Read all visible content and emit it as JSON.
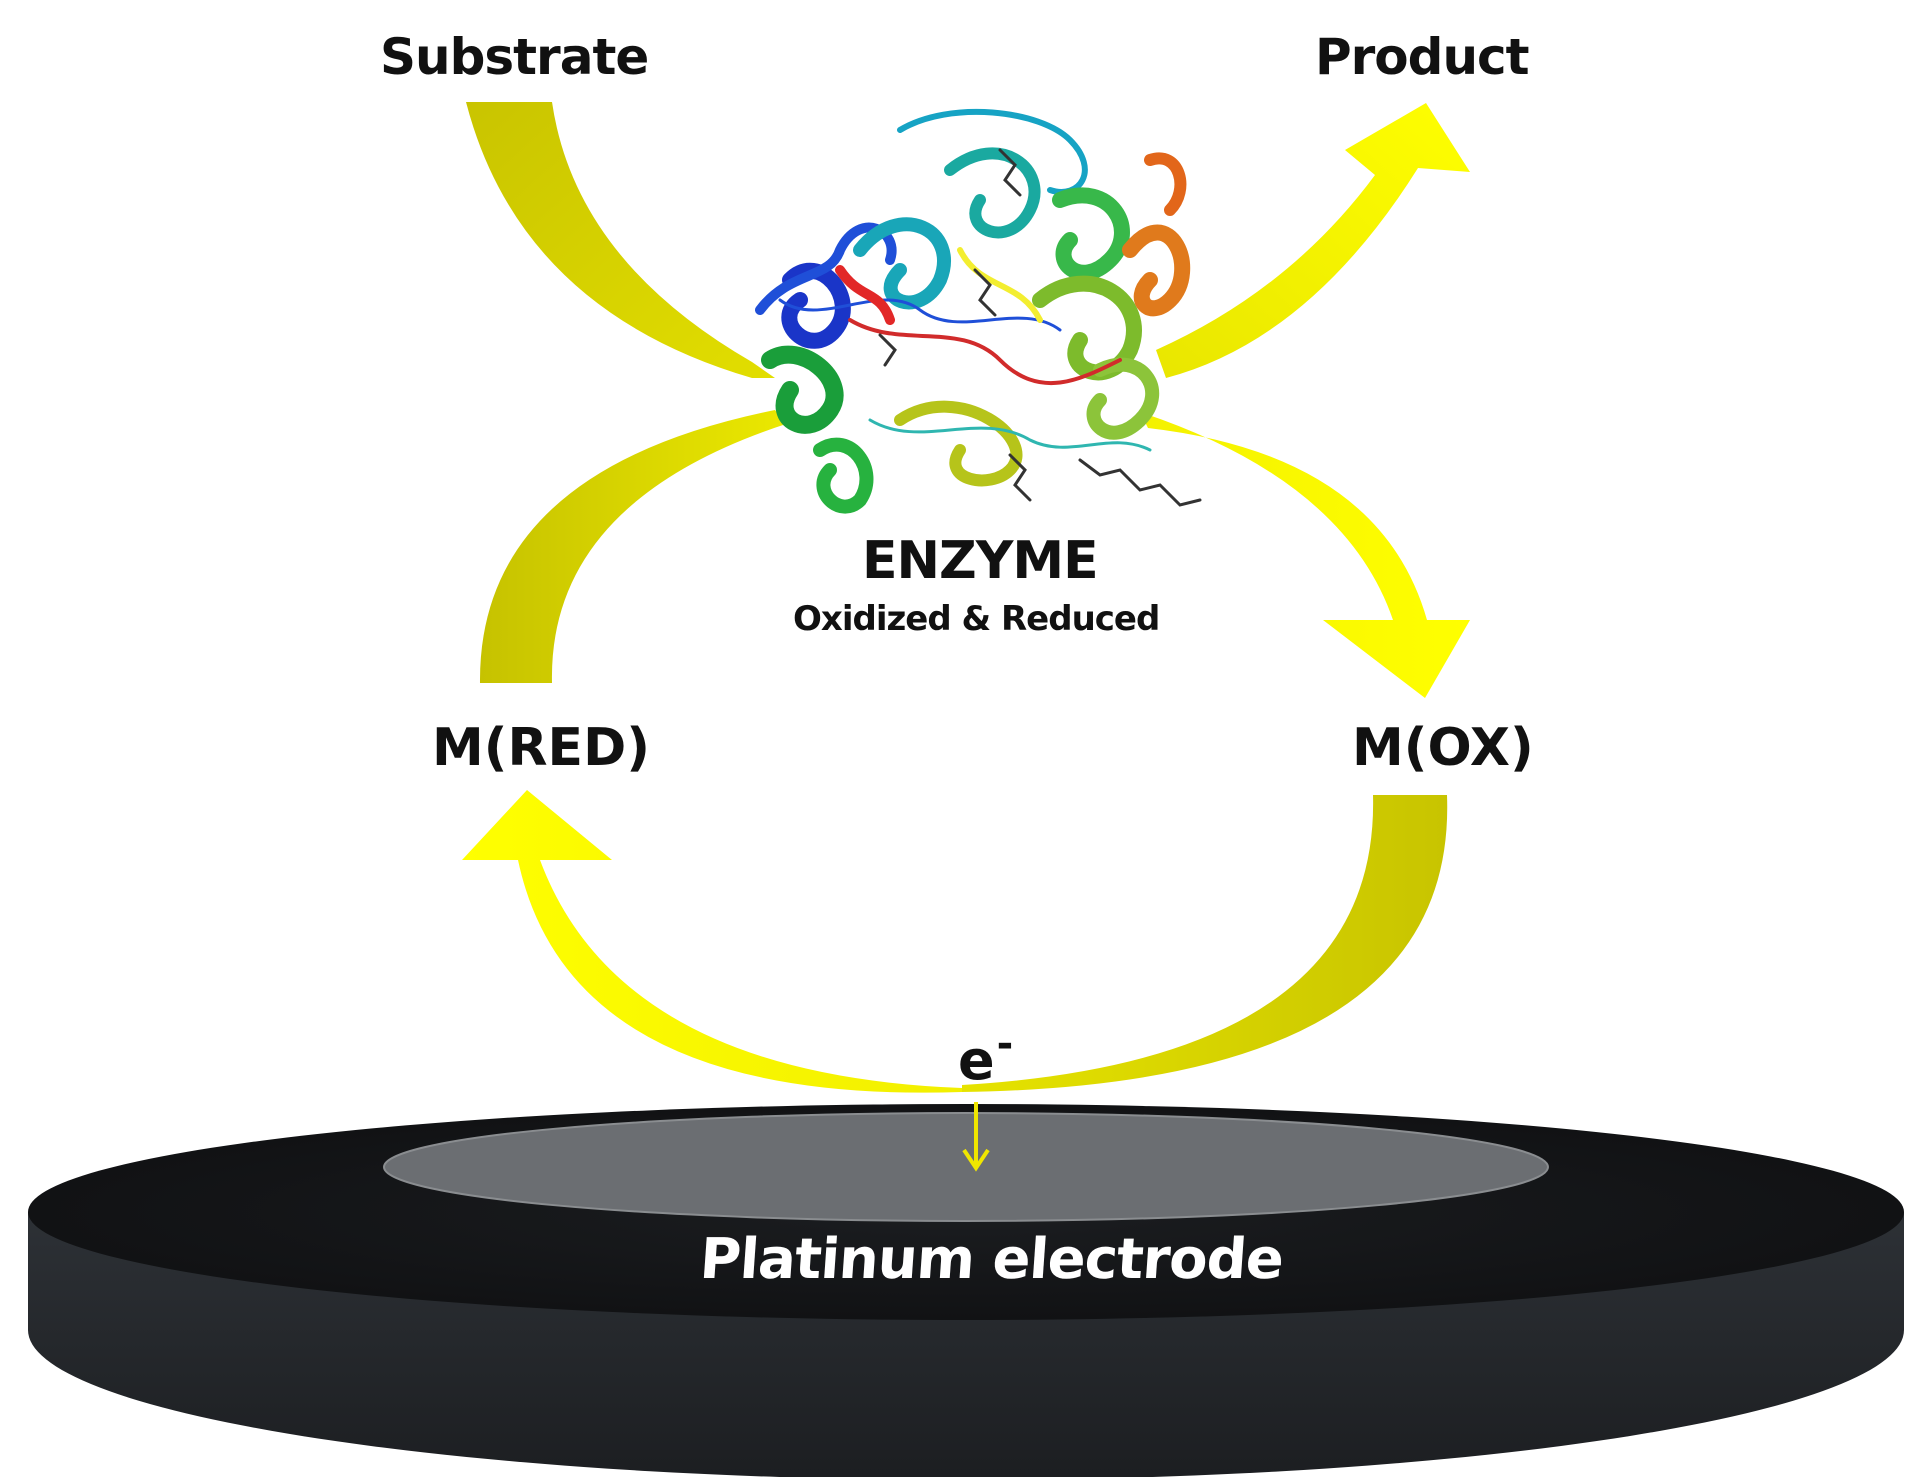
{
  "labels": {
    "substrate": "Substrate",
    "product": "Product",
    "enzyme": "ENZYME",
    "enzyme_state": "Oxidized & Reduced",
    "mediator_reduced": "M(RED)",
    "mediator_oxidized": "M(OX)",
    "electron": "e",
    "electron_charge": "-",
    "electrode": "Platinum electrode"
  },
  "colors": {
    "arrow_yellow": "#ffff00",
    "arrow_olive": "#c8c400",
    "electrode_dark": "#25282c",
    "electrode_surface": "#6b6e72",
    "text": "#111111",
    "text_on_electrode": "#ffffff"
  },
  "icons": {
    "enzyme": "protein-ribbon-structure",
    "electron_transfer": "arrow-down-icon"
  }
}
